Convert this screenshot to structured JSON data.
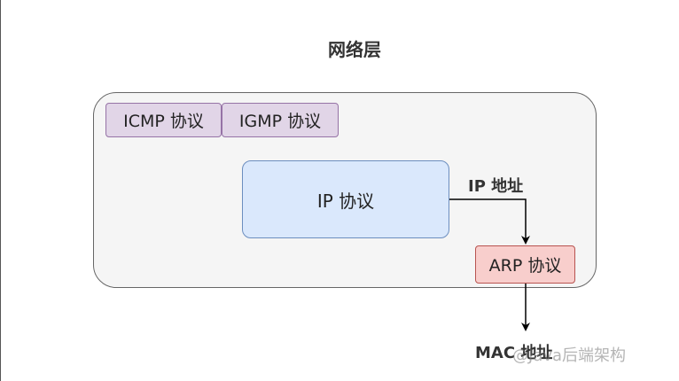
{
  "diagram": {
    "title": "网络层",
    "nodes": {
      "icmp": "ICMP 协议",
      "igmp": "IGMP 协议",
      "ip": "IP 协议",
      "arp": "ARP 协议"
    },
    "edge_labels": {
      "ip_address": "IP 地址",
      "mac_address": "MAC 地址"
    },
    "watermark": "@Java后端架构"
  },
  "colors": {
    "purple_fill": "#e1d5e7",
    "blue_fill": "#dae8fc",
    "red_fill": "#f8cecc"
  }
}
